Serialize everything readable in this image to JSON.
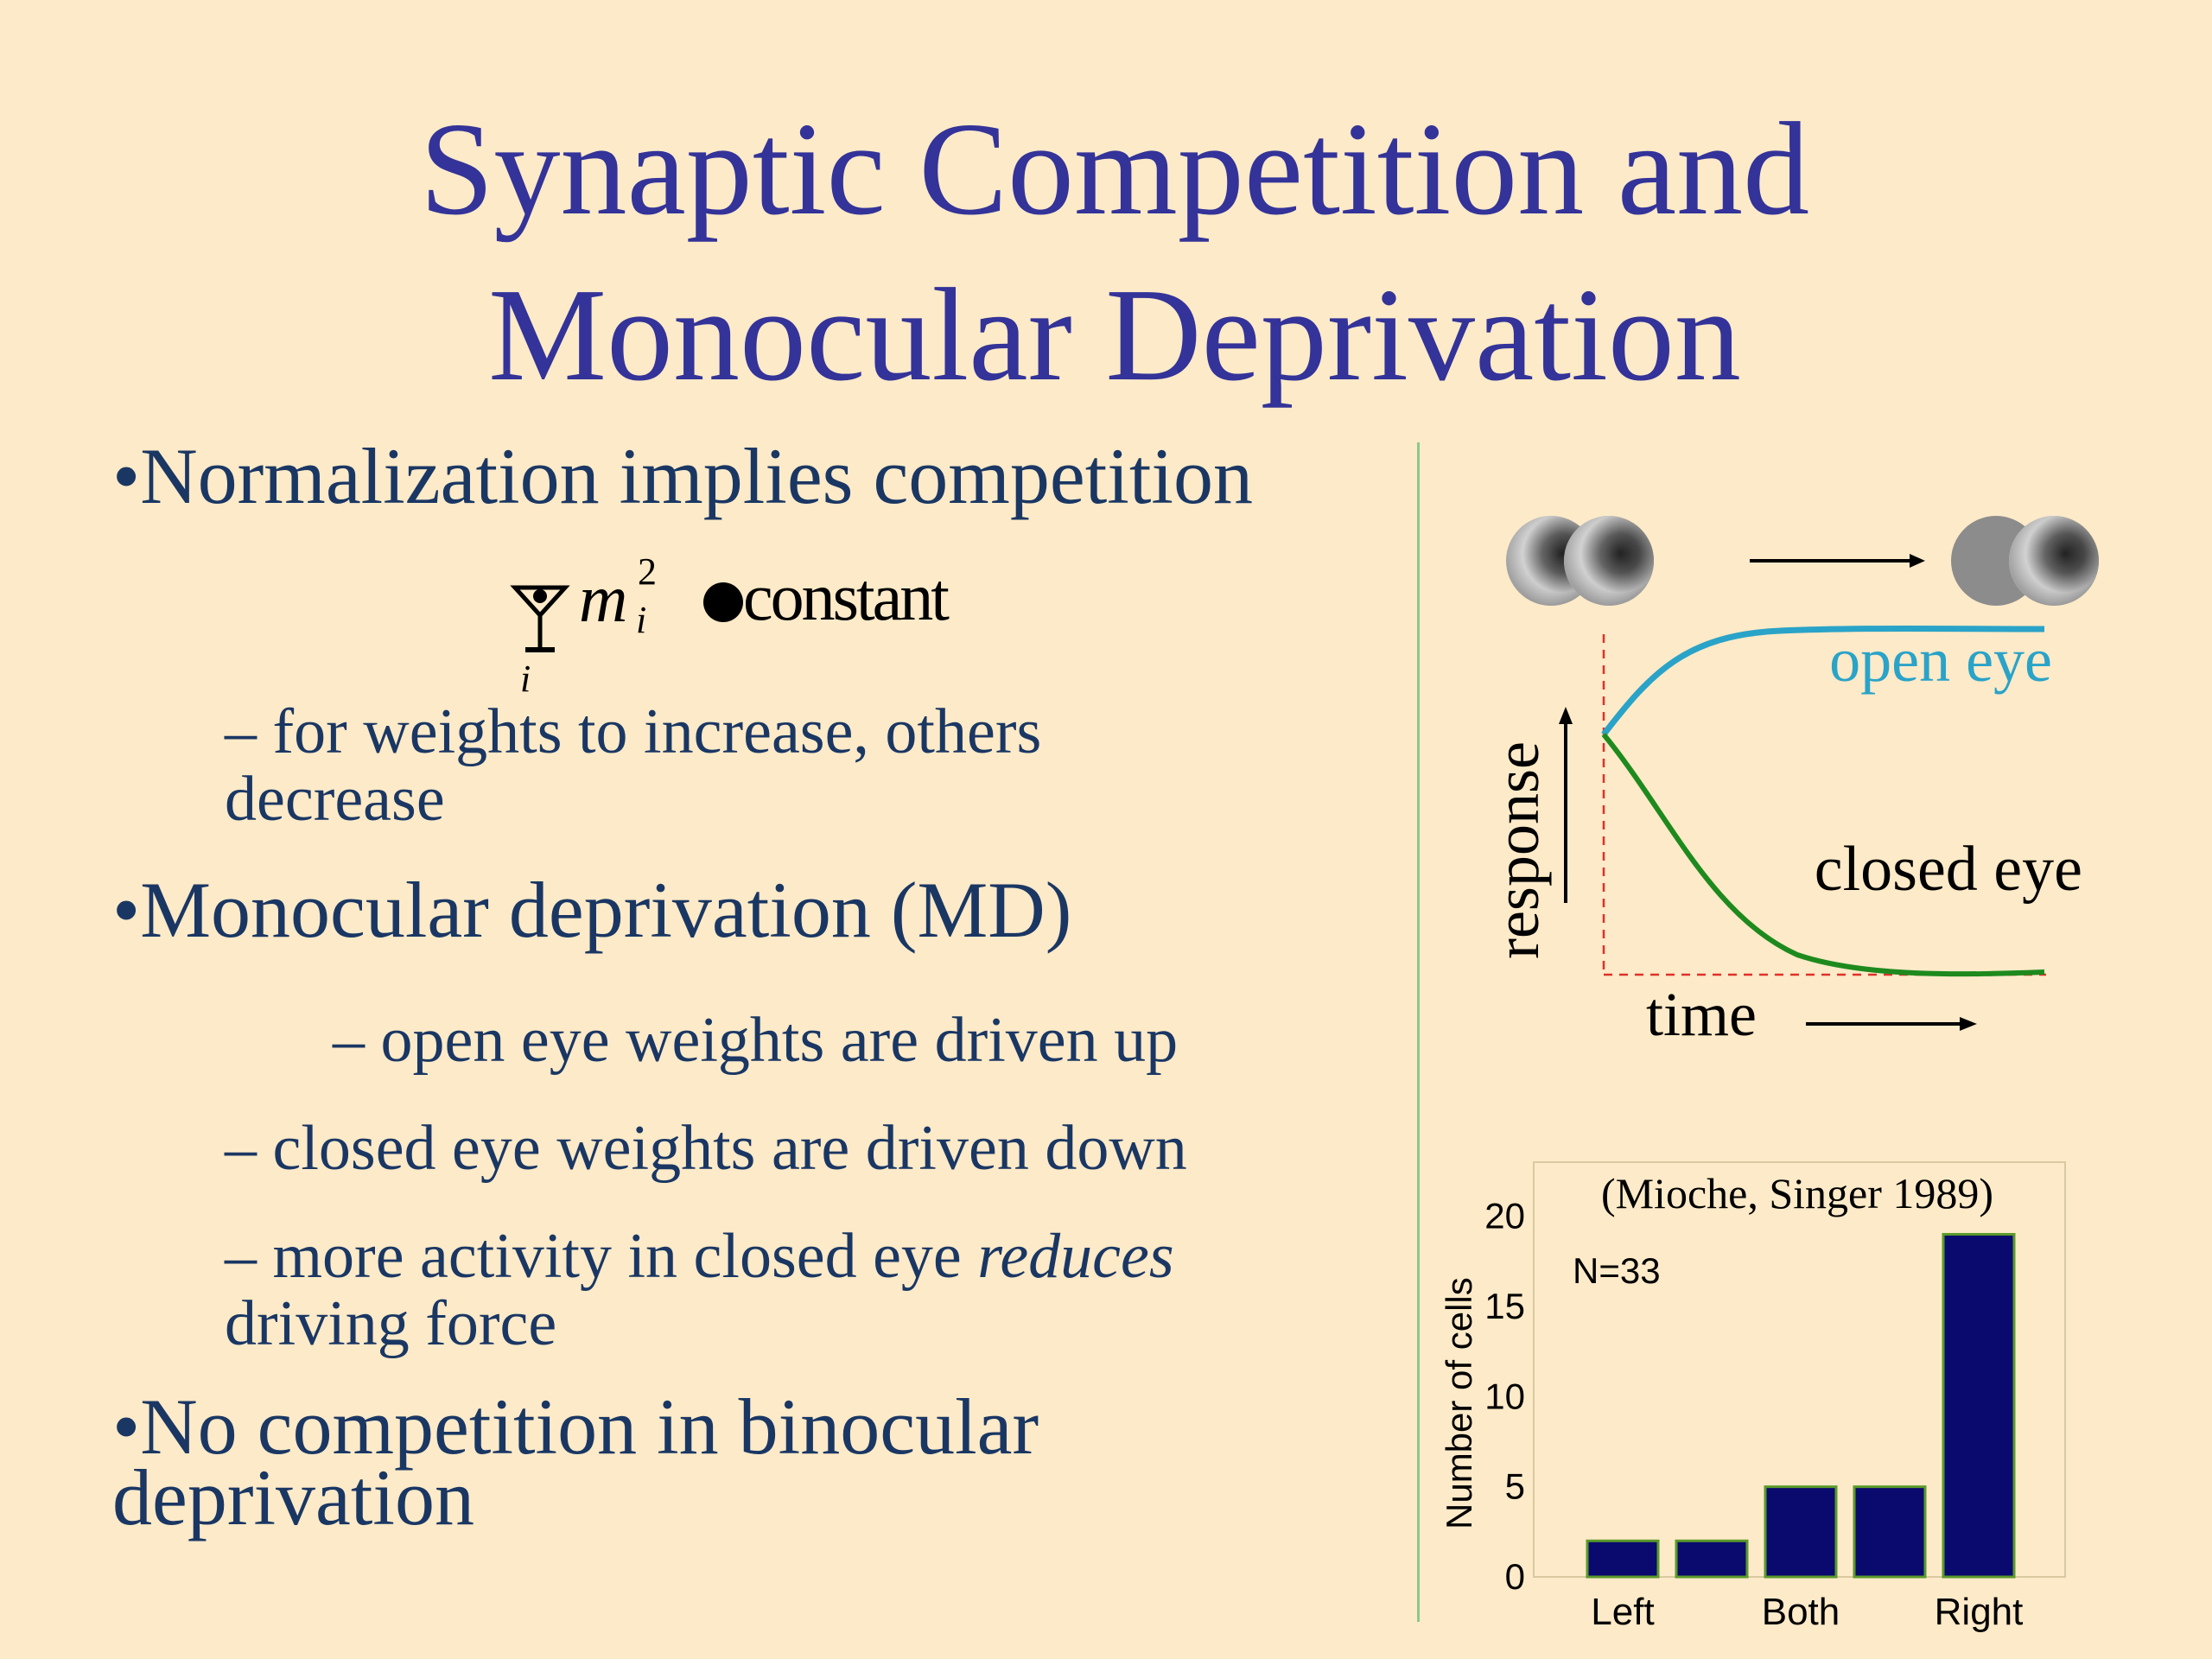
{
  "title": {
    "line1": "Synaptic Competition and",
    "line2": "Monocular Deprivation"
  },
  "bullets": {
    "b1": "•Normalization implies competition",
    "b1_sub": "– for weights to increase, others decrease",
    "b2": "•Monocular deprivation (MD)",
    "b2_sub1": "– open eye weights are driven up",
    "b2_sub2": "– closed eye weights are driven down",
    "b2_sub3_part1": "– more activity in closed eye ",
    "b2_sub3_italic": "reduces",
    "b2_sub3_part2": "driving force",
    "b3": "•No competition in binocular deprivation"
  },
  "formula": {
    "var": "m",
    "sub": "i",
    "sup": "2",
    "index": "i",
    "rhs": "constant"
  },
  "diagram": {
    "open_eye_label": "open eye",
    "closed_eye_label": "closed eye",
    "y_label": "response",
    "x_label": "time",
    "open_eye_color": "#2aa3c8",
    "closed_eye_color": "#1e8a1e",
    "dash_color": "#e0302a"
  },
  "chart_data": {
    "type": "bar",
    "title": "(Mioche, Singer 1989)",
    "annotation": "N=33",
    "ylabel": "Number of cells",
    "xlabel": "",
    "tick_labels": [
      "Left",
      "Both",
      "Right"
    ],
    "yticks": [
      "0",
      "5",
      "10",
      "15",
      "20"
    ],
    "ylim": [
      0,
      23
    ],
    "values": [
      2,
      2,
      5,
      5,
      19
    ],
    "bar_color": "#0a0a6e",
    "bar_edge_color": "#5a9a2a"
  }
}
